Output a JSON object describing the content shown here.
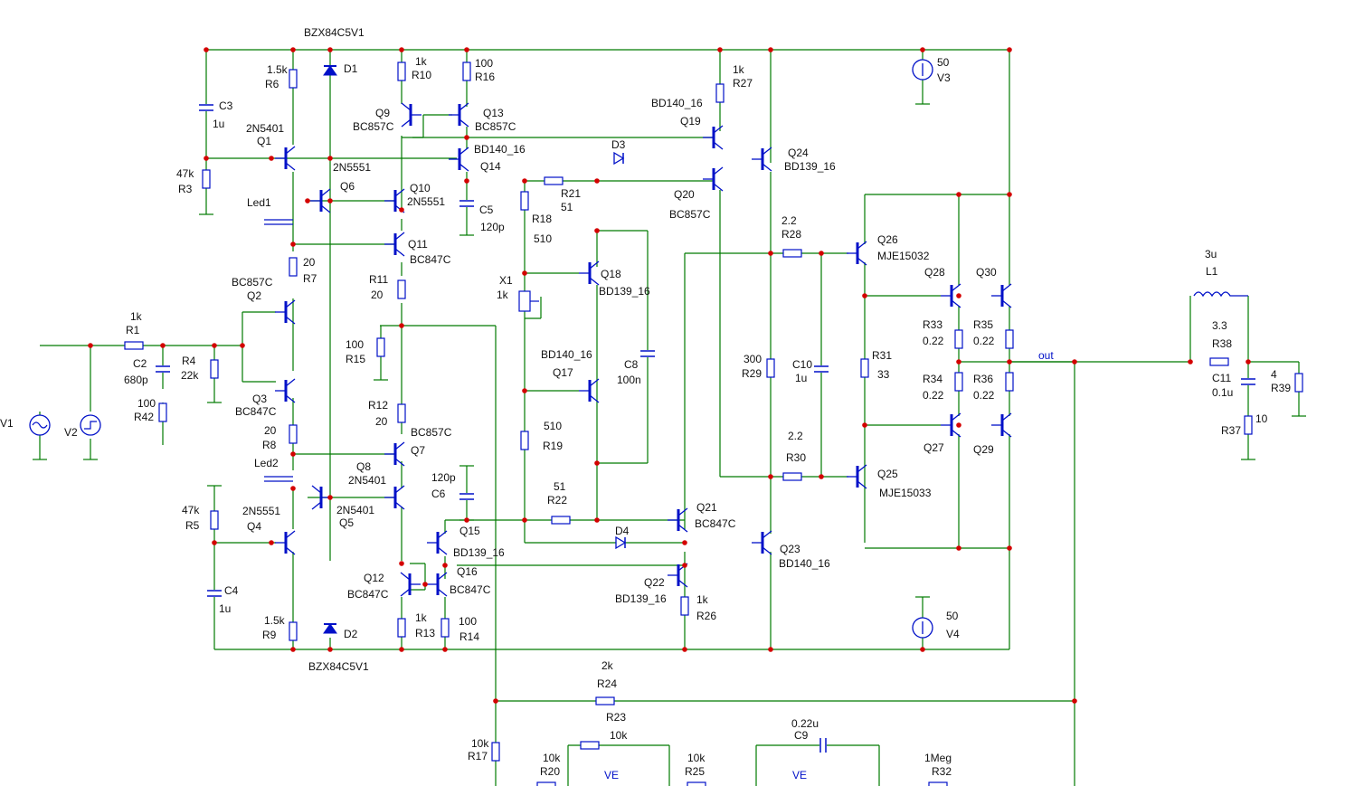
{
  "colors": {
    "wire": "#007a00",
    "component": "#0010c8",
    "junction": "#d40000",
    "text": "#111111",
    "background": "#ffffff"
  },
  "labels": {
    "d1_part": "BZX84C5V1",
    "d1": "D1",
    "d2_part": "BZX84C5V1",
    "d2": "D2",
    "d3": "D3",
    "d4": "D4",
    "c3": "C3",
    "c3_val": "1u",
    "r6_val": "1.5k",
    "r6": "R6",
    "r10_val": "1k",
    "r10": "R10",
    "r16_val": "100",
    "r16": "R16",
    "q9": "Q9",
    "q9_part": "BC857C",
    "q13": "Q13",
    "q13_part": "BC857C",
    "q19_part": "BD140_16",
    "q19": "Q19",
    "r27_val": "1k",
    "r27": "R27",
    "v3_val": "50",
    "v3": "V3",
    "q1_part": "2N5401",
    "q1": "Q1",
    "q6_part": "2N5551",
    "q6": "Q6",
    "q14_part": "BD140_16",
    "q14": "Q14",
    "q24": "Q24",
    "q24_part": "BD139_16",
    "r3_val": "47k",
    "r3": "R3",
    "q10": "Q10",
    "q10_part": "2N5551",
    "r21": "R21",
    "r21_val": "51",
    "q20": "Q20",
    "q20_part": "BC857C",
    "led1": "Led1",
    "c5": "C5",
    "c5_val": "120p",
    "r18": "R18",
    "r18_val": "510",
    "r28_val": "2.2",
    "r28": "R28",
    "q26": "Q26",
    "q26_part": "MJE15032",
    "q11": "Q11",
    "q11_part": "BC847C",
    "r7_val": "20",
    "r7": "R7",
    "q28": "Q28",
    "q30": "Q30",
    "l1_val": "3u",
    "l1": "L1",
    "q18": "Q18",
    "q18_part": "BD139_16",
    "q2_part": "BC857C",
    "q2": "Q2",
    "x1": "X1",
    "x1_val": "1k",
    "r11": "R11",
    "r11_val": "20",
    "r1_val": "1k",
    "r1": "R1",
    "r33": "R33",
    "r33_val": "0.22",
    "r35": "R35",
    "r35_val": "0.22",
    "r38_val": "3.3",
    "r38": "R38",
    "r15_val": "100",
    "r15": "R15",
    "c2": "C2",
    "c2_val": "680p",
    "r4": "R4",
    "r4_val": "22k",
    "q17_part": "BD140_16",
    "q17": "Q17",
    "c8": "C8",
    "c8_val": "100n",
    "r29_val": "300",
    "r29": "R29",
    "c10": "C10",
    "c10_val": "1u",
    "r31": "R31",
    "r31_val": "33",
    "out": "out",
    "r34": "R34",
    "r34_val": "0.22",
    "r36": "R36",
    "r36_val": "0.22",
    "c11": "C11",
    "c11_val": "0.1u",
    "r39_val": "4",
    "r39": "R39",
    "r42_val": "100",
    "r42": "R42",
    "v1": "V1",
    "v2": "V2",
    "q3": "Q3",
    "q3_part": "BC847C",
    "r12": "R12",
    "r12_val": "20",
    "q7_part": "BC857C",
    "q7": "Q7",
    "r19_val": "510",
    "r19": "R19",
    "q27": "Q27",
    "q29": "Q29",
    "r37_val": "10",
    "r37": "R37",
    "r8_val": "20",
    "r8": "R8",
    "r30_val": "2.2",
    "r30": "R30",
    "led2": "Led2",
    "q8": "Q8",
    "q8_part": "2N5401",
    "c6_val": "120p",
    "c6": "C6",
    "q25": "Q25",
    "q25_part": "MJE15033",
    "r22_val": "51",
    "r22": "R22",
    "r5_val": "47k",
    "r5": "R5",
    "q4_part": "2N5551",
    "q4": "Q4",
    "q5_part": "2N5401",
    "q5": "Q5",
    "q21": "Q21",
    "q21_part": "BC847C",
    "q15": "Q15",
    "q15_part": "BD139_16",
    "q23": "Q23",
    "q23_part": "BD140_16",
    "c4": "C4",
    "c4_val": "1u",
    "q12": "Q12",
    "q12_part": "BC847C",
    "q16": "Q16",
    "q16_part": "BC847C",
    "q22": "Q22",
    "q22_part": "BD139_16",
    "r26_val": "1k",
    "r26": "R26",
    "v4_val": "50",
    "v4": "V4",
    "r9_val": "1.5k",
    "r9": "R9",
    "r13_val": "1k",
    "r13": "R13",
    "r14_val": "100",
    "r14": "R14",
    "r24_val": "2k",
    "r24": "R24",
    "r23": "R23",
    "r23_val": "10k",
    "c9_val": "0.22u",
    "c9": "C9",
    "r17_val": "10k",
    "r17": "R17",
    "r20_val": "10k",
    "r20": "R20",
    "r25_val": "10k",
    "r25": "R25",
    "r32_val": "1Meg",
    "r32": "R32",
    "ve1": "VE",
    "ve2": "VE"
  }
}
